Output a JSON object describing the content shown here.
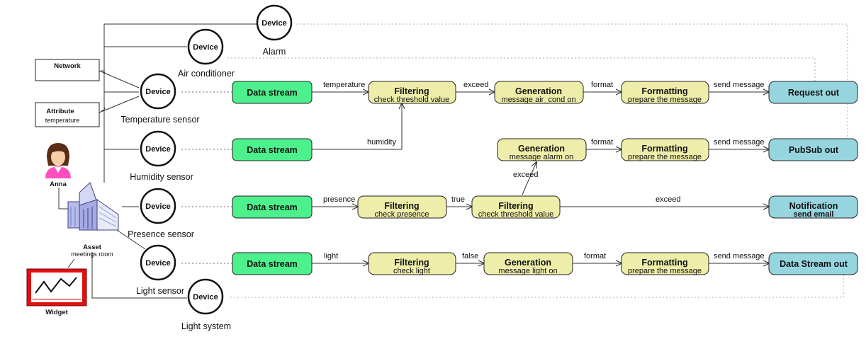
{
  "devices": {
    "alarm": {
      "title": "Device",
      "label": "Alarm"
    },
    "air_conditioner": {
      "title": "Device",
      "label": "Air conditioner"
    },
    "temperature_sensor": {
      "title": "Device",
      "label": "Temperature sensor"
    },
    "humidity_sensor": {
      "title": "Device",
      "label": "Humidity sensor"
    },
    "presence_sensor": {
      "title": "Device",
      "label": "Presence sensor"
    },
    "light_sensor": {
      "title": "Device",
      "label": "Light sensor"
    },
    "light_system": {
      "title": "Device",
      "label": "Light system"
    }
  },
  "boxes": {
    "network": {
      "title": "Network"
    },
    "attribute": {
      "title": "Attribute",
      "sub": "temperature"
    }
  },
  "actors": {
    "user": "Anna",
    "asset_title": "Asset",
    "asset_sub": "meetings room",
    "widget": "Widget"
  },
  "streams": {
    "temperature": "Data stream",
    "humidity": "Data stream",
    "presence": "Data stream",
    "light": "Data stream"
  },
  "nodes": {
    "filter_temp": {
      "title": "Filtering",
      "sub": "check threshold value"
    },
    "gen_aircond": {
      "title": "Generation",
      "sub": "message air_cond on"
    },
    "fmt_1": {
      "title": "Formatting",
      "sub": "prepare the message"
    },
    "gen_alarm": {
      "title": "Generation",
      "sub": "message alarm on"
    },
    "fmt_2": {
      "title": "Formatting",
      "sub": "prepare the message"
    },
    "filter_presence": {
      "title": "Filtering",
      "sub": "check presence"
    },
    "filter_threshold": {
      "title": "Filtering",
      "sub": "check threshold value"
    },
    "filter_light": {
      "title": "Filtering",
      "sub": "check light"
    },
    "gen_light": {
      "title": "Generation",
      "sub": "message light on"
    },
    "fmt_3": {
      "title": "Formatting",
      "sub": "prepare the message"
    }
  },
  "outputs": {
    "request": {
      "title": "Request out"
    },
    "pubsub": {
      "title": "PubSub out"
    },
    "notification": {
      "title": "Notification",
      "sub": "send email"
    },
    "datastream": {
      "title": "Data Stream out"
    }
  },
  "edge_labels": {
    "temperature": "temperature",
    "humidity": "humidity",
    "exceed_1": "exceed",
    "format_1": "format",
    "send_1": "send message",
    "format_2": "format",
    "send_2": "send message",
    "exceed_up": "exceed",
    "presence": "presence",
    "true": "true",
    "exceed_notif": "exceed",
    "light": "light",
    "false": "false",
    "format_3": "format",
    "send_3": "send message"
  },
  "colors": {
    "stream": "#4cf08c",
    "process": "#eeeeaa",
    "output": "#96d5e0",
    "widget": "#e01010"
  }
}
